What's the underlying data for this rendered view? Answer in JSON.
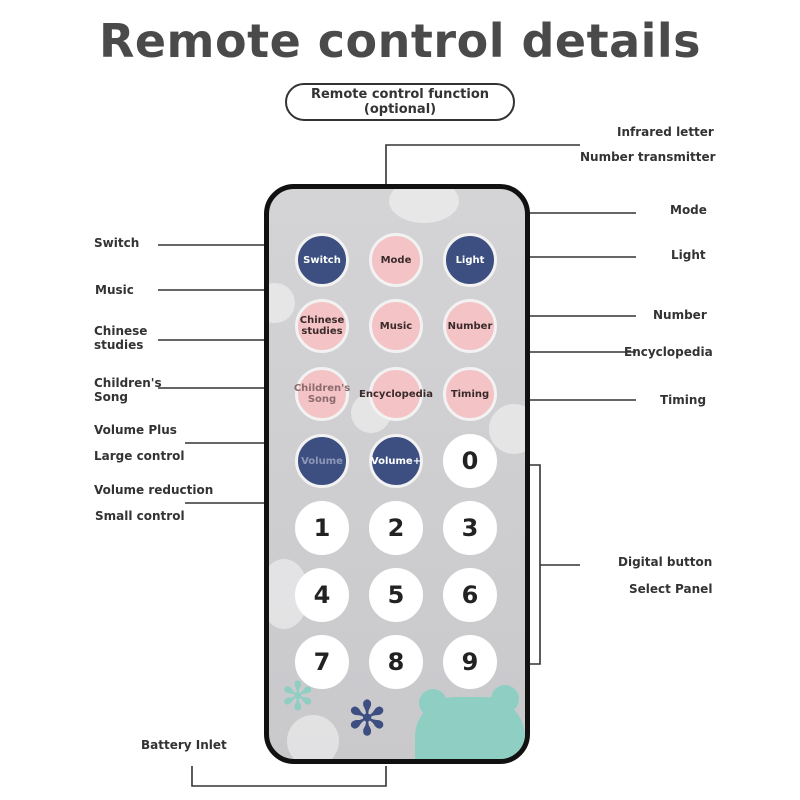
{
  "title": "Remote control details",
  "subtitle": {
    "line1": "Remote control function",
    "line2": "(optional)"
  },
  "labels": {
    "infrared_letter": "Infrared letter",
    "number_transmitter": "Number transmitter",
    "mode": "Mode",
    "switch": "Switch",
    "light": "Light",
    "music": "Music",
    "number": "Number",
    "chinese_studies": "Chinese studies",
    "encyclopedia": "Encyclopedia",
    "childrens_song": "Children's Song",
    "timing": "Timing",
    "volume_plus": "Volume Plus",
    "large_control": "Large control",
    "volume_reduction": "Volume reduction",
    "small_control": "Small control",
    "digital_button": "Digital button",
    "select_panel": "Select Panel",
    "battery_inlet": "Battery Inlet"
  },
  "buttons": {
    "switch": "Switch",
    "mode": "Mode",
    "light": "Light",
    "chinese_studies": "Chinese studies",
    "music": "Music",
    "number": "Number",
    "childrens_song": "Children's Song",
    "encyclopedia": "Encyclopedia",
    "timing": "Timing",
    "volume_minus": "Volume",
    "volume_plus": "Volume+",
    "digits": [
      "0",
      "1",
      "2",
      "3",
      "4",
      "5",
      "6",
      "7",
      "8",
      "9"
    ]
  },
  "colors": {
    "navy_button": "#3d4f80",
    "pink_button": "#f3c3c5",
    "white_button": "#ffffff",
    "bear": "#8fcfc3",
    "remote_body": "#cfcfd2"
  }
}
